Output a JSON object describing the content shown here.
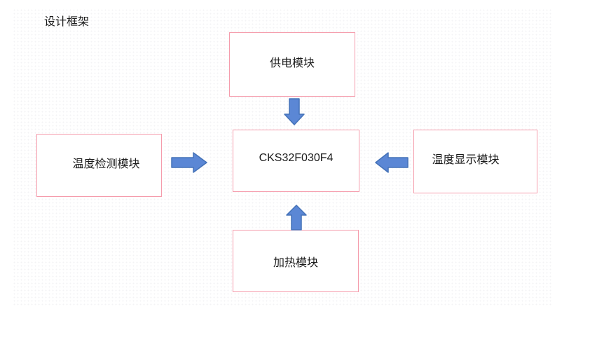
{
  "page": {
    "title": "设计框架"
  },
  "diagram": {
    "nodes": {
      "power": {
        "label": "供电模块"
      },
      "temp_detect": {
        "label": "温度检测模块"
      },
      "mcu": {
        "label": "CKS32F030F4"
      },
      "temp_display": {
        "label": "温度显示模块"
      },
      "heater": {
        "label": "加热模块"
      }
    },
    "edges": [
      {
        "from": "power",
        "to": "mcu",
        "direction": "down"
      },
      {
        "from": "temp_detect",
        "to": "mcu",
        "direction": "right"
      },
      {
        "from": "temp_display",
        "to": "mcu",
        "direction": "left"
      },
      {
        "from": "heater",
        "to": "mcu",
        "direction": "up"
      }
    ],
    "colors": {
      "node_border": "#F59CAC",
      "arrow_fill": "#5B87D5",
      "arrow_stroke": "#4472B8",
      "text": "#1B1B1B",
      "background": "#FFFFFF"
    }
  }
}
